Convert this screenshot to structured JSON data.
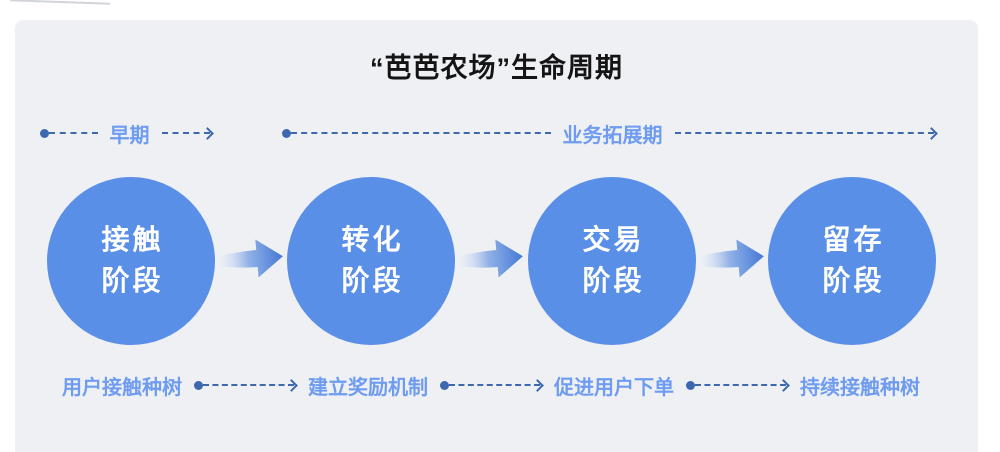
{
  "title": "“芭芭农场”生命周期",
  "timeline": {
    "phases": [
      {
        "label": "早期"
      },
      {
        "label": "业务拓展期"
      }
    ]
  },
  "stages": [
    {
      "line1": "接触",
      "line2": "阶段",
      "action": "用户接触种树"
    },
    {
      "line1": "转化",
      "line2": "阶段",
      "action": "建立奖励机制"
    },
    {
      "line1": "交易",
      "line2": "阶段",
      "action": "促进用户下单"
    },
    {
      "line1": "留存",
      "line2": "阶段",
      "action": "持续接触种树"
    }
  ],
  "icons": {
    "timeline_dot": "filled-circle",
    "arrow_head": "chevron-right",
    "flow_arrow": "thick-gradient-arrow-right"
  },
  "colors": {
    "panel_background": "#EEF0F4",
    "circle_fill": "#5A8FE8",
    "circle_text": "#FFFFFF",
    "timeline_dark_blue": "#3E68AE",
    "label_light_blue": "#6F9CF0",
    "title_text": "#141414",
    "flow_arrow_gradient_end": "#4478D4"
  }
}
